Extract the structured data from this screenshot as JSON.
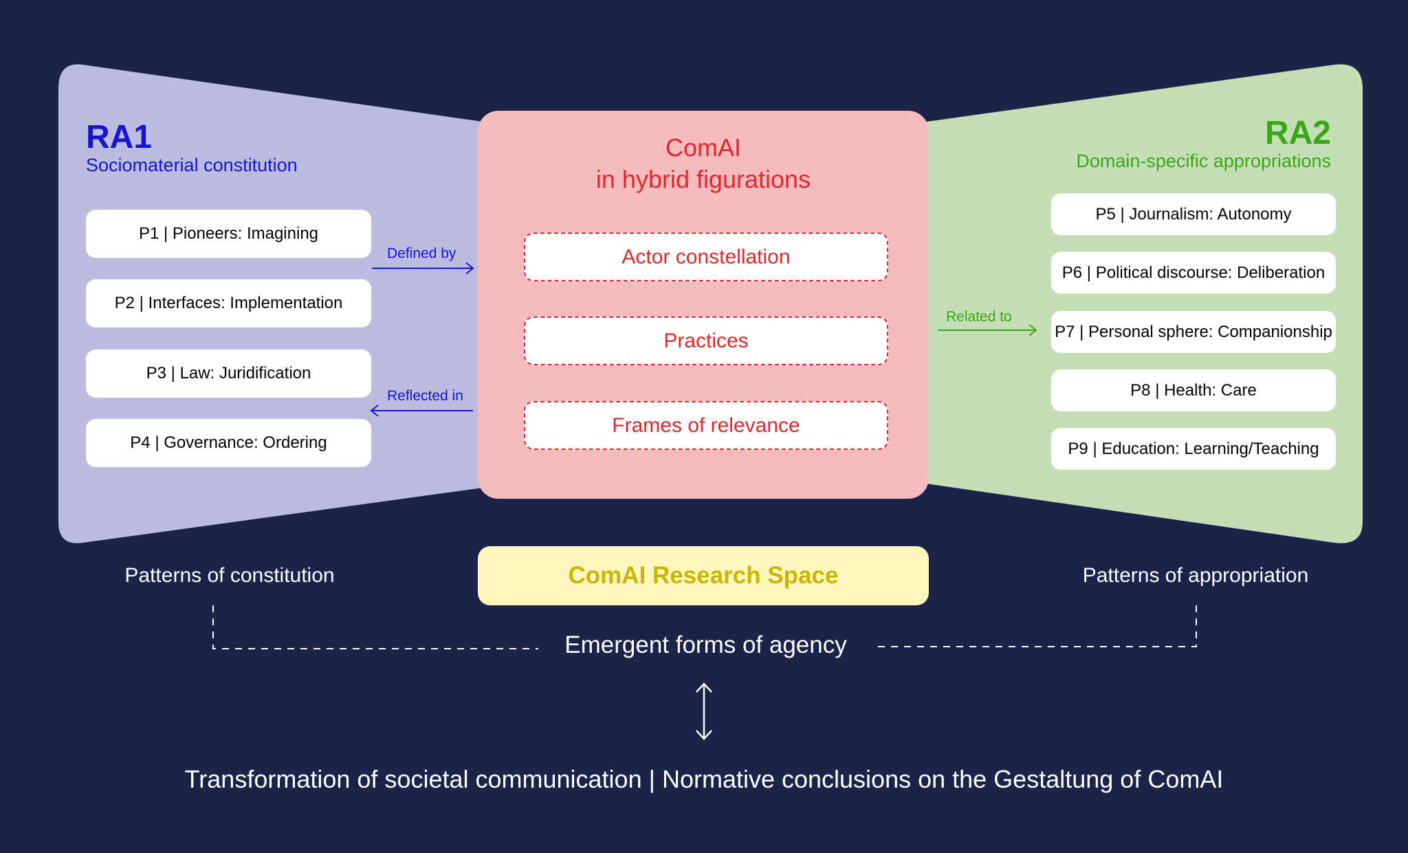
{
  "ra1": {
    "title": "RA1",
    "subtitle": "Sociomaterial constitution",
    "projects": [
      "P1 | Pioneers: Imagining",
      "P2 | Interfaces: Implementation",
      "P3 | Law: Juridification",
      "P4 | Governance: Ordering"
    ],
    "patterns": "Patterns of constitution"
  },
  "center": {
    "title_line1": "ComAI",
    "title_line2": "in hybrid figurations",
    "facets": [
      "Actor constellation",
      "Practices",
      "Frames of relevance"
    ],
    "research_space": "ComAI Research Space"
  },
  "ra2": {
    "title": "RA2",
    "subtitle": "Domain-specific appropriations",
    "projects": [
      "P5 | Journalism: Autonomy",
      "P6 | Political discourse: Deliberation",
      "P7 | Personal sphere: Companionship",
      "P8 | Health: Care",
      "P9 | Education: Learning/Teaching"
    ],
    "patterns": "Patterns of appropriation"
  },
  "connectors": {
    "defined_by": "Defined by",
    "reflected_in": "Reflected in",
    "related_to": "Related to"
  },
  "emergent": "Emergent forms of agency",
  "conclusion": "Transformation of societal communication | Normative conclusions on the Gestaltung of ComAI",
  "colors": {
    "background": "#1b2349",
    "ra1_panel": "#bcbce1",
    "ra1_text": "#1414d2",
    "ra2_panel": "#c4dfb6",
    "ra2_text": "#3aa816",
    "center_panel": "#f5bcc0",
    "center_text": "#e0262b",
    "research_space_fill": "#fdf7bd",
    "research_space_text": "#cbb500"
  }
}
